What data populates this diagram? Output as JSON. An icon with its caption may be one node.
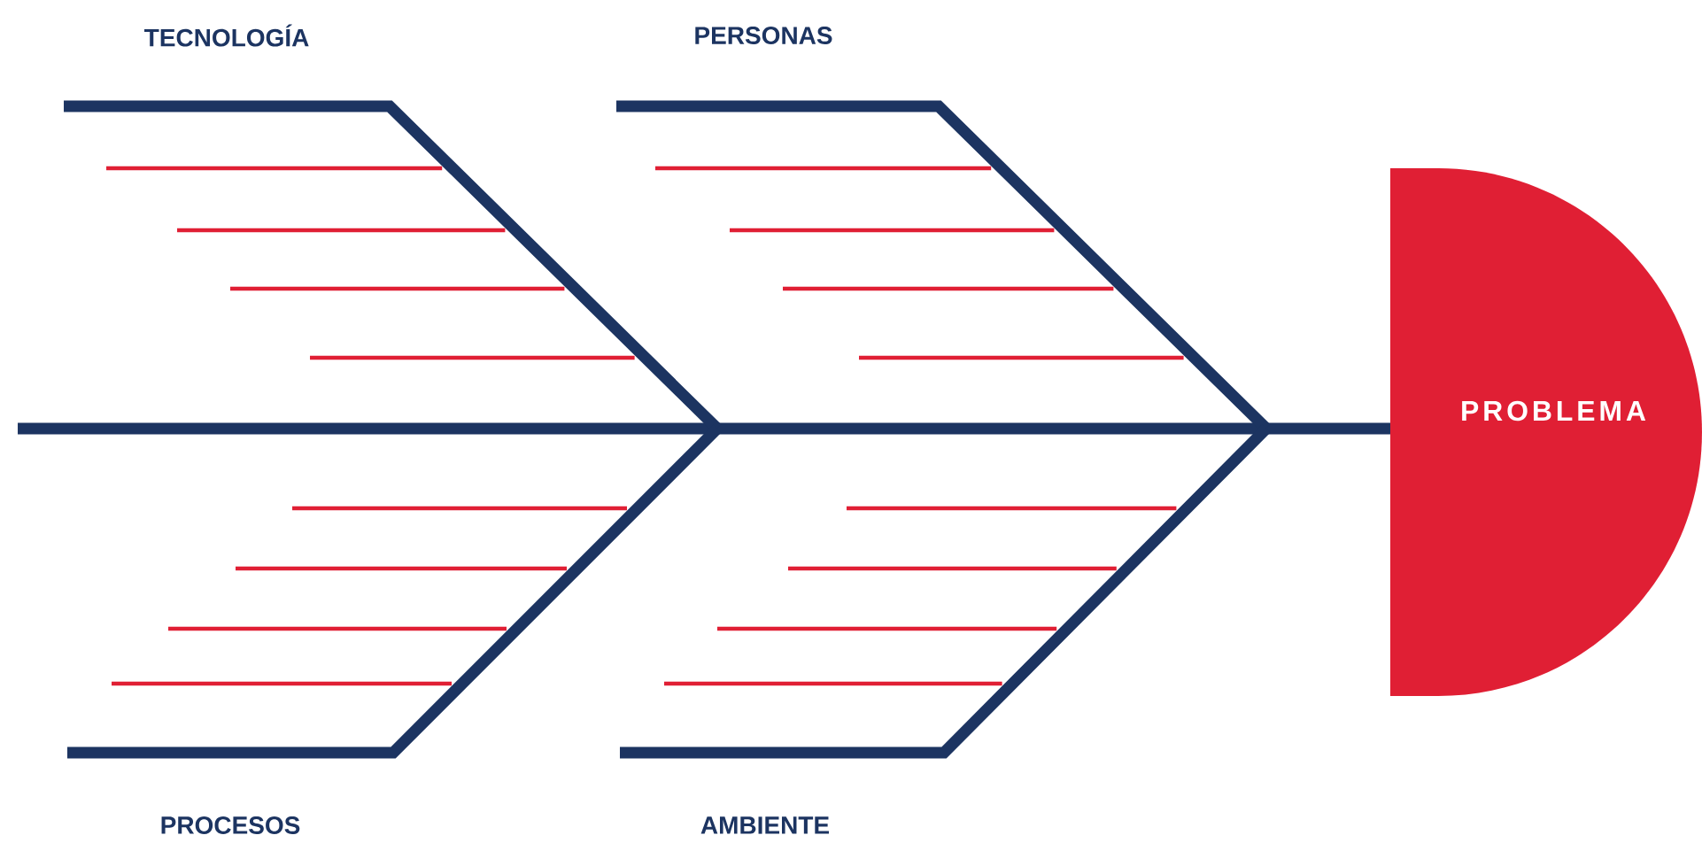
{
  "diagram": {
    "nodes": [
      {
        "text": [
          "PROBLEMA"
        ]
      }
    ],
    "labels": [
      "TECNOLOGÍA",
      "PERSONAS",
      "PROCESOS",
      "AMBIENTE"
    ]
  }
}
